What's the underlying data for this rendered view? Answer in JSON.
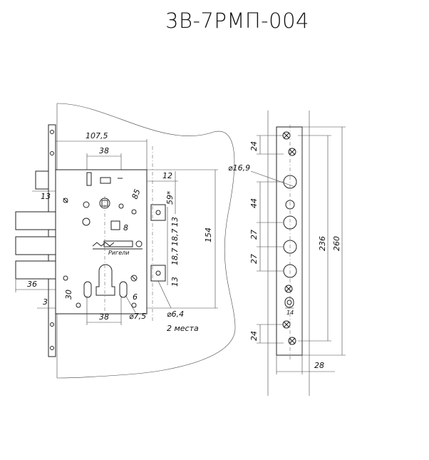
{
  "title": "3В-7РМП-004",
  "front_view": {
    "dims": {
      "d107_5": "107,5",
      "d38_top": "38",
      "d12": "12",
      "d13_left": "13",
      "d85": "85",
      "d59": "59*",
      "d8": "8",
      "d13_a": "13",
      "d18_7_a": "18,7",
      "d18_7_b": "18,7",
      "d154": "154",
      "d13_b": "13",
      "d36": "36",
      "d30": "30",
      "d3": "3",
      "d6": "6",
      "d38_bot": "38",
      "d7_5": "⌀7,5",
      "d6_4": "⌀6,4",
      "places": "2 места"
    },
    "label_rigel": "Ригели"
  },
  "side_view": {
    "dims": {
      "d24_top": "24",
      "d16_9": "⌀16,9",
      "d44": "44",
      "d27_a": "27",
      "d27_b": "27",
      "d236": "236",
      "d260": "260",
      "d14": "14",
      "d24_bot": "24",
      "d28": "28"
    }
  }
}
